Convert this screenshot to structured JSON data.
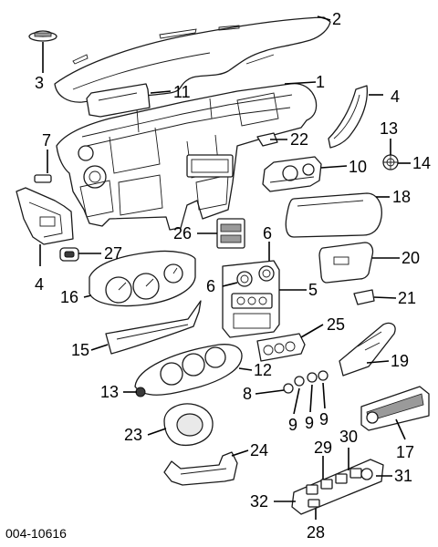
{
  "document_number": "004-10616",
  "callouts": [
    {
      "id": "c1",
      "label": "1"
    },
    {
      "id": "c2",
      "label": "2"
    },
    {
      "id": "c3",
      "label": "3"
    },
    {
      "id": "c4a",
      "label": "4"
    },
    {
      "id": "c4b",
      "label": "4"
    },
    {
      "id": "c5",
      "label": "5"
    },
    {
      "id": "c6a",
      "label": "6"
    },
    {
      "id": "c6b",
      "label": "6"
    },
    {
      "id": "c7",
      "label": "7"
    },
    {
      "id": "c8",
      "label": "8"
    },
    {
      "id": "c9a",
      "label": "9"
    },
    {
      "id": "c9b",
      "label": "9"
    },
    {
      "id": "c9c",
      "label": "9"
    },
    {
      "id": "c10",
      "label": "10"
    },
    {
      "id": "c11",
      "label": "11"
    },
    {
      "id": "c12",
      "label": "12"
    },
    {
      "id": "c13a",
      "label": "13"
    },
    {
      "id": "c13b",
      "label": "13"
    },
    {
      "id": "c14",
      "label": "14"
    },
    {
      "id": "c15",
      "label": "15"
    },
    {
      "id": "c16",
      "label": "16"
    },
    {
      "id": "c17",
      "label": "17"
    },
    {
      "id": "c18",
      "label": "18"
    },
    {
      "id": "c19",
      "label": "19"
    },
    {
      "id": "c20",
      "label": "20"
    },
    {
      "id": "c21",
      "label": "21"
    },
    {
      "id": "c22",
      "label": "22"
    },
    {
      "id": "c23",
      "label": "23"
    },
    {
      "id": "c24",
      "label": "24"
    },
    {
      "id": "c25",
      "label": "25"
    },
    {
      "id": "c26",
      "label": "26"
    },
    {
      "id": "c27",
      "label": "27"
    },
    {
      "id": "c28",
      "label": "28"
    },
    {
      "id": "c29",
      "label": "29"
    },
    {
      "id": "c30",
      "label": "30"
    },
    {
      "id": "c31",
      "label": "31"
    },
    {
      "id": "c32",
      "label": "32"
    }
  ]
}
